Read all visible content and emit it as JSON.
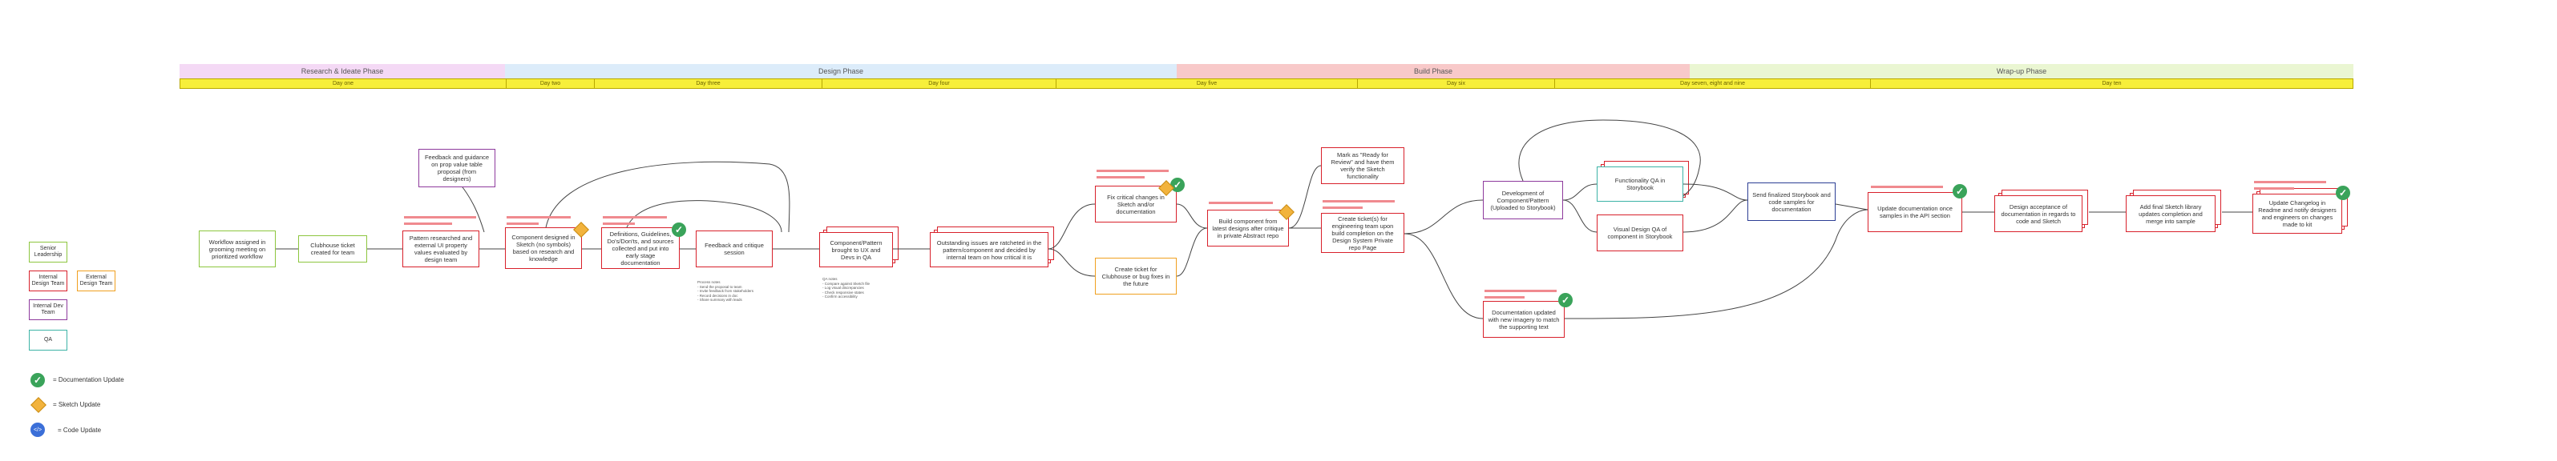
{
  "phases": [
    {
      "label": "Research & Ideate Phase",
      "color": "#f4d9f5"
    },
    {
      "label": "Design Phase",
      "color": "#dcecfa"
    },
    {
      "label": "Build Phase",
      "color": "#f8c9c9"
    },
    {
      "label": "Wrap-up Phase",
      "color": "#eaf6d2"
    }
  ],
  "days": [
    "Day one",
    "Day two",
    "Day three",
    "Day four",
    "Day five",
    "Day six",
    "Day seven, eight and nine",
    "Day ten"
  ],
  "legend": {
    "senior_leadership": "Senior Leadership",
    "internal_design_team": "Internal Design Team",
    "external_design_team": "External Design Team",
    "internal_dev_team": "Internal Dev Team",
    "qa": "QA",
    "documentation_update": "= Documentation Update",
    "sketch_update": "= Sketch Update",
    "code_update": "= Code Update",
    "code_icon_text": "</>"
  },
  "nodes": {
    "n1": "Workflow assigned in grooming meeting on prioritized workflow",
    "n2": "Clubhouse ticket created for team",
    "n3": "Feedback and guidance on prop value table proposal (from designers)",
    "n4": "Pattern researched and external UI property values evaluated by design team",
    "n5": "Component designed in Sketch (no symbols) based on research and knowledge",
    "n6": "Definitions, Guidelines, Do's/Don'ts, and sources collected and put into early stage documentation",
    "n7": "Feedback and critique session",
    "n8": "Component/Pattern brought to UX and Devs in QA",
    "n9": "Outstanding issues are ratcheted in the pattern/component and decided by internal team on how critical it is",
    "n10": "Fix critical changes in Sketch and/or documentation",
    "n11": "Create ticket for Clubhouse or bug fixes in the future",
    "n12": "Build component from latest designs after critique in private Abstract repo",
    "n13": "Mark as \"Ready for Review\" and have them verify the Sketch functionality",
    "n14": "Create ticket(s) for engineering team upon build completion on the Design System Private repo Page",
    "n15": "Development of Component/Pattern (Uploaded to Storybook)",
    "n16": "Functionality QA in Storybook",
    "n17": "Visual Design QA of component in Storybook",
    "n18": "Documentation updated with new imagery to match the supporting text",
    "n19": "Send finalized Storybook and code samples for documentation",
    "n20": "Update documentation once samples in the API section",
    "n21": "Design acceptance of documentation in regards to code and Sketch",
    "n22": "Add final Sketch library updates completion and merge into sample",
    "n23": "Update Changelog in Readme and notify designers and engineers on changes made to kit"
  },
  "notes": {
    "note1": "Process notes\n- Send the proposal to team\n- Invite feedback from stakeholders\n- Record decisions in doc\n- Share summary with leads",
    "note2": "QA notes\n- Compare against Sketch file\n- Log visual discrepancies\n- Check responsive states\n- Confirm accessibility"
  }
}
